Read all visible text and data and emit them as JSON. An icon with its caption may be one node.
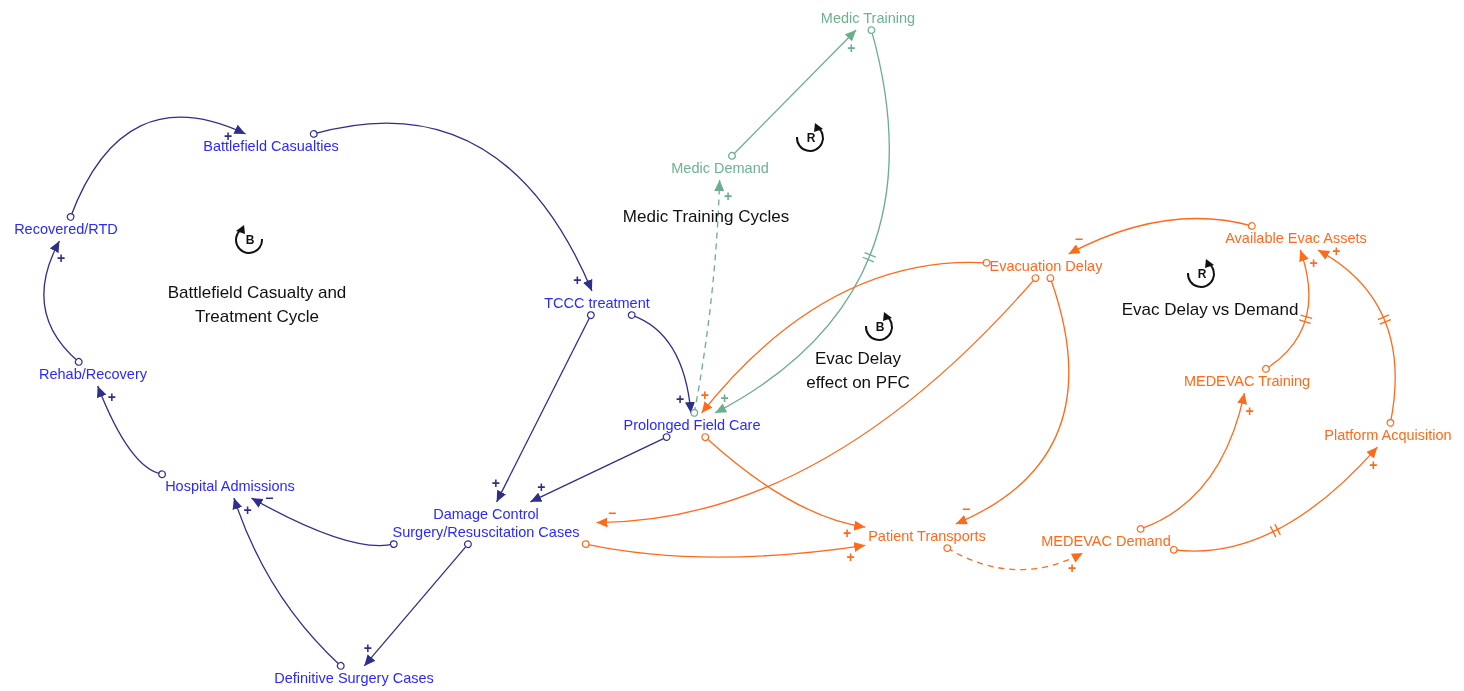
{
  "diagram": {
    "nodes": [
      {
        "text": [
          "Battlefield Casualties"
        ]
      },
      {
        "text": [
          "Recovered/RTD"
        ]
      },
      {
        "text": [
          "TCCC treatment"
        ]
      },
      {
        "text": [
          "Rehab/Recovery"
        ]
      },
      {
        "text": [
          "Prolonged Field Care"
        ]
      },
      {
        "text": [
          "Hospital Admissions"
        ]
      },
      {
        "text": [
          "Damage Control Surgery/Resuscitation Cases"
        ]
      },
      {
        "text": [
          "Definitive Surgery Cases"
        ]
      },
      {
        "text": [
          "Medic Training"
        ]
      },
      {
        "text": [
          "Medic Demand"
        ]
      },
      {
        "text": [
          "Evacuation Delay"
        ]
      },
      {
        "text": [
          "Available Evac Assets"
        ]
      },
      {
        "text": [
          "MEDEVAC Training"
        ]
      },
      {
        "text": [
          "Platform Acquisition"
        ]
      },
      {
        "text": [
          "Patient Transports"
        ]
      },
      {
        "text": [
          "MEDEVAC Demand"
        ]
      }
    ],
    "edges": [
      {
        "from": 1,
        "to": 0,
        "arrow": "to",
        "label": "+",
        "color": "#2e2e8c"
      },
      {
        "from": 0,
        "to": 2,
        "arrow": "to",
        "label": "+",
        "color": "#2e2e8c"
      },
      {
        "from": 3,
        "to": 1,
        "arrow": "to",
        "label": "+",
        "color": "#2e2e8c"
      },
      {
        "from": 2,
        "to": 6,
        "arrow": "to",
        "label": "+",
        "color": "#2e2e8c"
      },
      {
        "from": 2,
        "to": 4,
        "arrow": "to",
        "label": "+",
        "color": "#2e2e8c"
      },
      {
        "from": 5,
        "to": 3,
        "arrow": "to",
        "label": "+",
        "color": "#2e2e8c"
      },
      {
        "from": 4,
        "to": 6,
        "arrow": "to",
        "label": "+",
        "color": "#2e2e8c"
      },
      {
        "from": 6,
        "to": 5,
        "arrow": "to",
        "label": "−",
        "color": "#2e2e8c"
      },
      {
        "from": 7,
        "to": 5,
        "arrow": "to",
        "label": "+",
        "color": "#2e2e8c"
      },
      {
        "from": 6,
        "to": 7,
        "arrow": "to",
        "label": "+",
        "color": "#2e2e8c"
      },
      {
        "from": 9,
        "to": 8,
        "arrow": "to",
        "label": "+",
        "color": "#6aae8c"
      },
      {
        "from": 8,
        "to": 4,
        "arrow": "to",
        "label": "+",
        "color": "#6aae8c"
      },
      {
        "from": 4,
        "to": 9,
        "arrow": "to",
        "label": "+",
        "style": "dashed",
        "color": "#6aae8c"
      },
      {
        "from": 10,
        "to": 4,
        "arrow": "to",
        "label": "+"
      },
      {
        "from": 4,
        "to": 14,
        "arrow": "to",
        "label": "+"
      },
      {
        "from": 6,
        "to": 14,
        "arrow": "to",
        "label": "+"
      },
      {
        "from": 10,
        "to": 6,
        "arrow": "to",
        "label": "−"
      },
      {
        "from": 10,
        "to": 14,
        "arrow": "to",
        "label": "−"
      },
      {
        "from": 11,
        "to": 10,
        "arrow": "to",
        "label": "−"
      },
      {
        "from": 14,
        "to": 15,
        "arrow": "to",
        "label": "+",
        "style": "dashed"
      },
      {
        "from": 15,
        "to": 12,
        "arrow": "to",
        "label": "+"
      },
      {
        "from": 12,
        "to": 11,
        "arrow": "to",
        "label": "+"
      },
      {
        "from": 15,
        "to": 13,
        "arrow": "to",
        "label": "+"
      },
      {
        "from": 13,
        "to": 11,
        "arrow": "to",
        "label": "+"
      }
    ],
    "labels": [
      "B",
      "Battlefield Casualty and Treatment Cycle",
      "R",
      "Medic Training Cycles",
      "B",
      "Evac Delay effect on PFC",
      "R",
      "Evac Delay vs Demand"
    ]
  }
}
